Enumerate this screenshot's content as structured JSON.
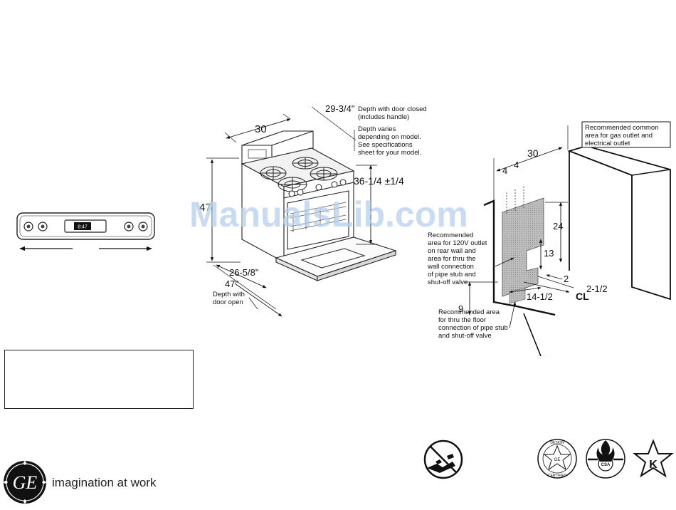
{
  "controls": {
    "display_text": "8:47"
  },
  "range_dims": {
    "width": "30",
    "height": "47",
    "depth_closed": "29-3/4\"",
    "depth_closed_note_1": "Depth with door closed",
    "depth_closed_note_2": "(includes handle)",
    "depth_varies_1": "Depth varies",
    "depth_varies_2": "depending on model.",
    "depth_varies_3": "See specifications",
    "depth_varies_4": "sheet for your model.",
    "cooktop_height": "36-1/4 ±1/4",
    "side_depth": "26-5/8\"",
    "depth_open": "47\"",
    "depth_open_note_1": "Depth with",
    "depth_open_note_2": "door open"
  },
  "install_dims": {
    "gas_note_1": "Recommended common",
    "gas_note_2": "area for gas outlet and",
    "gas_note_3": "electrical outlet",
    "width": "30",
    "offset_a": "4",
    "offset_b": "4",
    "height_24": "24",
    "height_13": "13",
    "depth_2": "2",
    "depth_2_half": "2-1/2",
    "width_14_half": "14-1/2",
    "height_9": "9",
    "centerline": "CL",
    "wall_note_1": "Recommended",
    "wall_note_2": "area for 120V outlet",
    "wall_note_3": "on rear wall and",
    "wall_note_4": "area for thru the",
    "wall_note_5": "wall connection",
    "wall_note_6": "of pipe stub and",
    "wall_note_7": "shut-off valve",
    "floor_note_1": "Recommended area",
    "floor_note_2": "for thru the floor",
    "floor_note_3": "connection of pipe stub",
    "floor_note_4": "and shut-off valve"
  },
  "watermark": "ManualsLib.com",
  "footer": {
    "logo_letters": "GE",
    "tagline": "imagination at work",
    "seal_design_top": "DESIGN",
    "seal_design_bottom": "CERTIFIED",
    "seal_design_inner": "GE",
    "seal_flame_inner": "CSA",
    "seal_star_letter": "K"
  }
}
